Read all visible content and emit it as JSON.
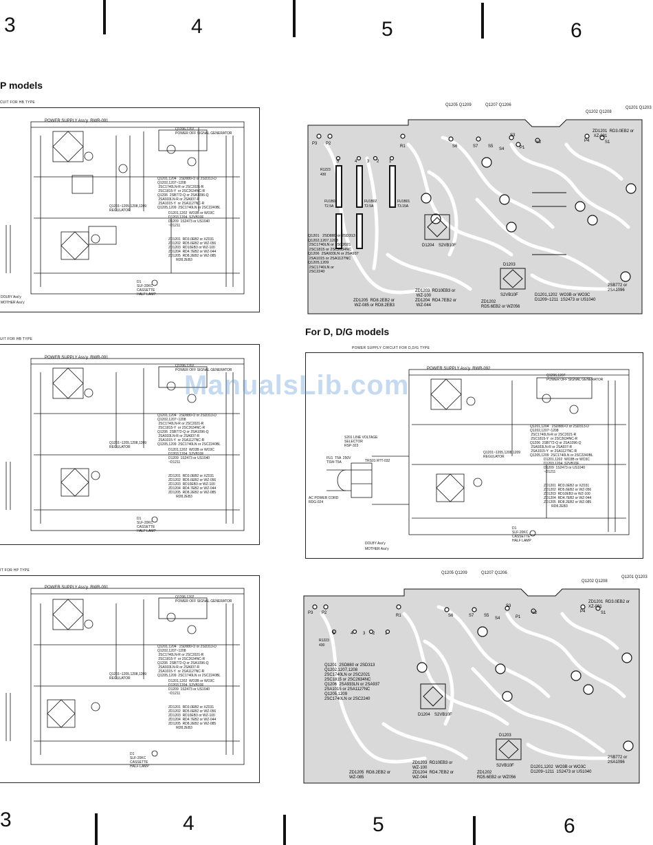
{
  "column_numbers": {
    "top": [
      "3",
      "4",
      "5",
      "6"
    ],
    "bottom": [
      "3",
      "4",
      "5",
      "6"
    ]
  },
  "headings": {
    "left_top": "P models",
    "right_mid": "For D, D/G models"
  },
  "captions": {
    "hb_top": "CUIT FOR HB TYPE",
    "hb_mid": "UIT FOR HB TYPE",
    "hp": "IT FOR HP TYPE",
    "dg": "POWER SUPPLY CIRCUIT FOR D,D/G TYPE"
  },
  "schematic": {
    "title_091": "POWER SUPPLY Ass'y  RWR-091",
    "title_092": "POWER SUPPLY Ass'y  RWR-092",
    "signal_gen": "Q1206,1207\nPOWER OFF SIGNAL GENERATOR",
    "regulator": "Q1201~1205,1208,1209\nREGULATOR",
    "parts_a": "Q1201,1204   2SD880-O or 2SD313-D\nQ1202,1207~1208\n 2SC1740LN-R or 2SC2021-R\n 2SC1815-Y  or 2SC2634NC-R\nQ1206  2SB772-Q or 2SA1096-Q\n 2SA933LN-R or 2SA937-R\n 2SA1015-Y  or 2SA1127NC-R\nQ1205,1209  2SC1740LN or 2SC2240BL",
    "parts_b": "D1201,1202  WO3B or WO3C\nD1203,1204  S2VB10F\nD1209  1S2473 or US1040\n~D1211",
    "parts_c": "ZD1201  RD3.0EB2 or XZ031\nZD1202  RD5.6EB2 or WZ-056\nZD1203  RD10EB3 or WZ-100\nZD1204  RD4.7EB2 or WZ-044\nZD1205  RD8.2EB2 or WZ-085\n        RD8.2EB3",
    "lamp": "D1\nSLF-20KC\nCASSETTE\nHALF LAMP",
    "dolby": "DOLBY Ass'y",
    "mother": "MOTHER Ass'y",
    "ac_cord": "AC POWER CORD\nRDG-024",
    "selector": "S201 LINE VOLTAGE\nSELECTOR\nRSP-323",
    "fuse": "FU1  T5A  250V\nTSW-T5A",
    "transformer": "TRS01 RTT-032"
  },
  "pcb_headers": {
    "col1": "Q1205\nQ1209",
    "col2": "Q1207\nQ1206",
    "col3": "Q1202  Q1208",
    "col4": "Q1201\nQ1203"
  },
  "pcb_top": {
    "terminals": [
      "P3",
      "P2",
      "R1",
      "S6",
      "S7",
      "S5",
      "S3",
      "S4",
      "P1",
      "S2",
      "P4",
      "S1"
    ],
    "connectors": [
      "5",
      "4",
      "3",
      "2",
      "1"
    ],
    "fuses": [
      "FU1B02\nT2.5A",
      "FU1B02\nT2.5A",
      "FU1B01\nT3.15A"
    ],
    "r1223": "R1223\n430",
    "parts_left": "Q1201   2SD880 or 2SD313\nQ1202,1207,1208\n 2SC1740LN or 2SC2021\n 2SC1815 or 2SC2634NC\nQ1206  2SA933LN or 2SA937\n 2SA1015 or 2SA1127NC\nQ1205,1209\n 2SC1740LN or\n 2SC2240",
    "zd_left": "ZD1205  RD8.2EB2 or\n WZ-085 or RD8.2EB3",
    "zd_mid": "ZD1203  RD10EB3 or\n WZ-100\nZD1204  RD4.7EB2 or\n WZ-044",
    "zd_right": "ZD1202\nRD5.6EB2 or WZ056",
    "d_right": "D1201,1202  WO3B or WO3C\nD1209~1211  1S2473 or US1040",
    "top_right": "ZD1201  RD3.0EB2 or\n XZ-031",
    "q1203": "2SB772 or\n2SA1096",
    "rect": "S2VB10F",
    "rect2": "S2VB10F",
    "rect_lab": "D1204",
    "rect_lab2": "D1203"
  },
  "pcb_bottom": {
    "parts_left": "Q1201  2SD880 or 2SD313\nQ1202,1207,1208\n2SC1740LN or 2SC2021\n2SC1815 or 2SC2634NC\nQ1206  2SA933LN or 2SA937\n2SA1015 or 2SA1127NC\nQ1205,1209\n2SC1740LN or 2SC2240",
    "zd_left": "ZD1205  RD8.2EB2 or\nWZ-085",
    "zd_mid": "ZD1203  RD10EB3 or\nWZ-100\nZD1204  RD4.7EB2 or\nWZ-044",
    "zd_right": "ZD1202\nRD5.6EB2 or WZ056",
    "d_right": "D1201,1202  WO3B or WO3C\nD1209~1211  1S2473 or US1040",
    "q1203": "2SB772 or\n2SA1096",
    "top_right": "ZD1201  RD3.0EB2 or\nXZ-031"
  },
  "watermark": "ManualsLib.com",
  "colors": {
    "ink": "#111111",
    "pcb_fill": "#d9d9d9",
    "trace": "#ffffff",
    "watermark": "#5a96d2"
  }
}
